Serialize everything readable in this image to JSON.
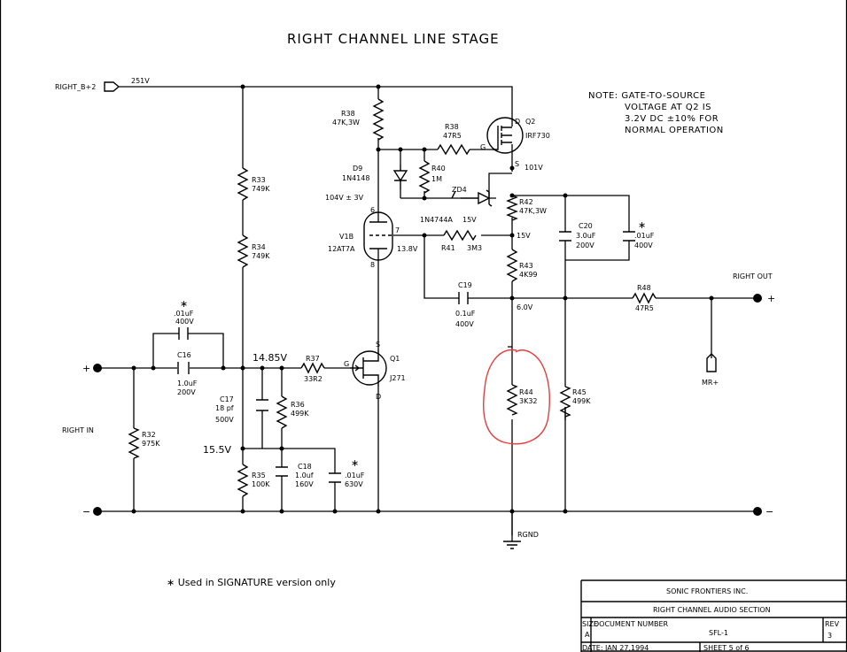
{
  "title": "RIGHT CHANNEL LINE STAGE",
  "note": [
    "NOTE:  GATE-TO-SOURCE",
    "VOLTAGE AT Q2 IS",
    "3.2V DC ±10% FOR",
    "NORMAL OPERATION"
  ],
  "footnote": "∗  Used  in  SIGNATURE  version  only",
  "supply": {
    "label": "RIGHT_B+2",
    "voltage": "251V"
  },
  "terminals": {
    "in_plus": "+",
    "in_minus": "−",
    "right_in": "RIGHT IN",
    "right_out": "RIGHT OUT",
    "out_plus": "+",
    "out_minus": "−",
    "mr": "MR+",
    "rgnd": "RGND"
  },
  "resistors": {
    "r33": {
      "name": "R33",
      "value": "749K"
    },
    "r34": {
      "name": "R34",
      "value": "749K"
    },
    "r35": {
      "name": "R35",
      "value": "100K"
    },
    "r32": {
      "name": "R32",
      "value": "975K"
    },
    "r36": {
      "name": "R36",
      "value": "499K"
    },
    "r37": {
      "name": "R37",
      "value": "33R2"
    },
    "r38a": {
      "name": "R38",
      "value": "47K,3W"
    },
    "r38b": {
      "name": "R38",
      "value": "47R5"
    },
    "r40": {
      "name": "R40",
      "value": "1M"
    },
    "r41": {
      "name": "R41",
      "value": "3M3"
    },
    "r42": {
      "name": "R42",
      "value": "47K,3W"
    },
    "r43": {
      "name": "R43",
      "value": "4K99"
    },
    "r44": {
      "name": "R44",
      "value": "3K32"
    },
    "r45": {
      "name": "R45",
      "value": "499K"
    },
    "r48": {
      "name": "R48",
      "value": "47R5"
    }
  },
  "capacitors": {
    "c_star_in": {
      "value": ".01uF",
      "rating": "400V",
      "mark": "∗"
    },
    "c16": {
      "name": "C16",
      "value": "1.0uF",
      "rating": "200V"
    },
    "c17": {
      "name": "C17",
      "value": "18 pf",
      "rating": "500V"
    },
    "c18": {
      "name": "C18",
      "value": "1.0uf",
      "rating": "160V"
    },
    "c_star_low": {
      "value": ".01uF",
      "rating": "630V",
      "mark": "∗"
    },
    "c19": {
      "name": "C19",
      "value": "0.1uF",
      "rating": "400V"
    },
    "c20": {
      "name": "C20",
      "value": "3.0uF",
      "rating": "200V"
    },
    "c_star_out": {
      "value": ".01uF",
      "rating": "400V",
      "mark": "∗"
    }
  },
  "devices": {
    "q1": {
      "name": "Q1",
      "part": "J271"
    },
    "q2": {
      "name": "Q2",
      "part": "IRF730"
    },
    "v1b": {
      "name": "V1B",
      "part": "12AT7A"
    },
    "d9": {
      "name": "D9",
      "part": "1N4148"
    },
    "zd4": {
      "name": "ZD4",
      "part": "1N4744A",
      "voltage": "15V"
    }
  },
  "pins": {
    "q2_d": "D",
    "q2_g": "G",
    "q2_s": "S",
    "q1_s": "S",
    "q1_g": "G",
    "q1_d": "D",
    "v_6": "6",
    "v_7": "7",
    "v_8": "8"
  },
  "voltages": {
    "v101": "101V",
    "v104": "104V ± 3V",
    "v15": "15V",
    "v13_8": "13.8V",
    "v6": "6.0V",
    "v14_85": "14.85V",
    "v15_5": "15.5V"
  },
  "titleblock": {
    "company": "SONIC FRONTIERS INC.",
    "section": "RIGHT CHANNEL AUDIO SECTION",
    "size_label": "SIZE",
    "size": "A",
    "doc_label": "DOCUMENT NUMBER",
    "doc": "SFL-1",
    "rev_label": "REV",
    "rev": "3",
    "date": "DATE:  JAN 27,1994",
    "sheet": "SHEET  5   of   6"
  },
  "annotation_color": "#e83b3b"
}
